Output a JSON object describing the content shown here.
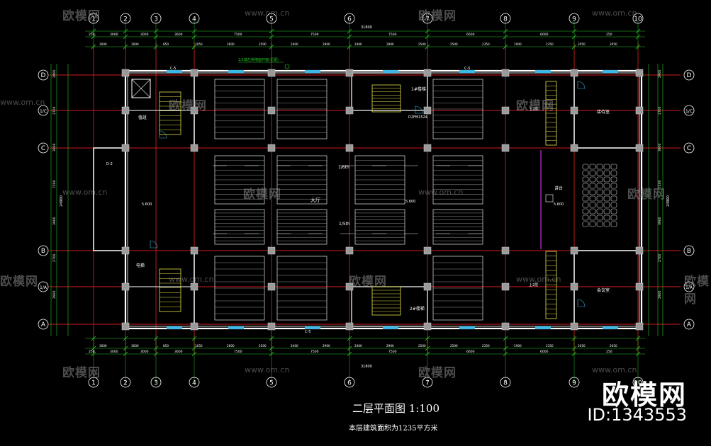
{
  "drawing": {
    "title": "二层平面图 1:100",
    "subtitle": "本层建筑面积为1235平方米",
    "axes_numbers": [
      "1",
      "2",
      "3",
      "4",
      "5",
      "6",
      "7",
      "8",
      "9",
      "10"
    ],
    "axes_letters": [
      "D",
      "1/C",
      "C",
      "B",
      "1/A",
      "A"
    ],
    "dims_total": "31800",
    "dims_top_row1": [
      "250",
      "3000",
      "3000",
      "3600",
      "7500",
      "7500",
      "7500",
      "6600",
      "6000",
      "250"
    ],
    "dims_top_row2": [
      "3000",
      "3000",
      "850",
      "1050",
      "2600",
      "2500",
      "2400",
      "2900",
      "2400",
      "2900",
      "2500",
      "2500",
      "2350",
      "1900",
      "2350",
      "2050",
      "2050"
    ],
    "dims_left": [
      "2900",
      "2700",
      "3900",
      "7200",
      "3900",
      "2700",
      "2900"
    ],
    "dims_left_total": "24900",
    "room_labels": {
      "hall": "大厅",
      "mid_label": "1/6th",
      "mid_label2": "1/5th",
      "stair_top": "1#楼梯",
      "stair_bottom": "2#楼梯",
      "room_right_top": "接待室",
      "room_right_bottom": "会议室",
      "podium": "讲台",
      "office": "值班",
      "elev": "电梯",
      "stair_mid_label": "上2层",
      "door_label": "C-5",
      "door_label_b": "D-2",
      "door_label_c": "D2FM1524",
      "level_1": "5.600",
      "level_2": "5.600",
      "level_3": "5.600",
      "note_green": "1/1轴左侧墙面开窗(见图)"
    },
    "colors": {
      "background": "#000000",
      "wall": "#ffffff",
      "axis_red": "#d11a1a",
      "dim_green": "#26c926",
      "window_cyan": "#3db8e6",
      "yellow": "#e8e04a",
      "magenta": "#c234d1",
      "grey": "#8a8a8a"
    }
  },
  "watermarks": {
    "text": "欧模网",
    "url": "www.om.cn"
  },
  "brand": {
    "name": "欧模网",
    "id_text": "ID:1343553"
  }
}
